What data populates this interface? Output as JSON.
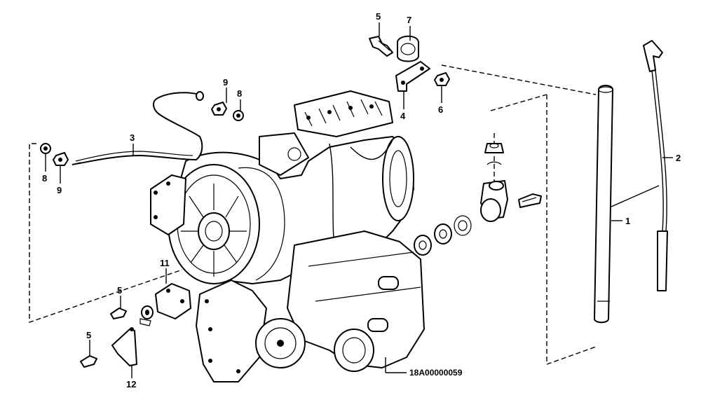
{
  "diagram": {
    "drawing_code": "18A00000059",
    "callouts": [
      {
        "id": "c1",
        "text": "1"
      },
      {
        "id": "c2",
        "text": "2"
      },
      {
        "id": "c3",
        "text": "3"
      },
      {
        "id": "c4",
        "text": "4"
      },
      {
        "id": "c5a",
        "text": "5"
      },
      {
        "id": "c5b",
        "text": "5"
      },
      {
        "id": "c5c",
        "text": "5"
      },
      {
        "id": "c6",
        "text": "6"
      },
      {
        "id": "c7",
        "text": "7"
      },
      {
        "id": "c8a",
        "text": "8"
      },
      {
        "id": "c8b",
        "text": "8"
      },
      {
        "id": "c9a",
        "text": "9"
      },
      {
        "id": "c9b",
        "text": "9"
      },
      {
        "id": "c11",
        "text": "11"
      },
      {
        "id": "c12",
        "text": "12"
      }
    ]
  }
}
